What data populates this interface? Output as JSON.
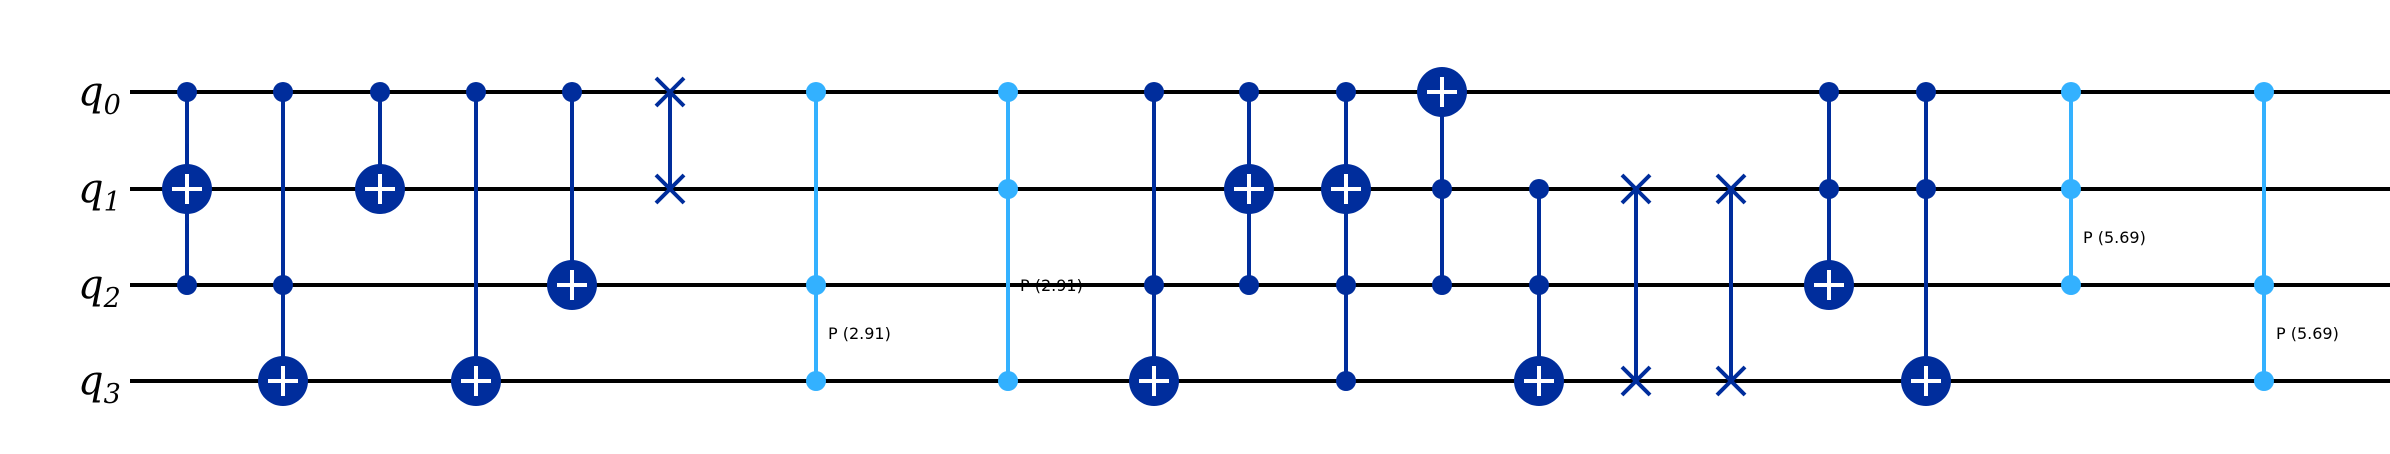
{
  "qubits": [
    {
      "letter": "q",
      "index": "0"
    },
    {
      "letter": "q",
      "index": "1"
    },
    {
      "letter": "q",
      "index": "2"
    },
    {
      "letter": "q",
      "index": "3"
    }
  ],
  "colors": {
    "wire": "#000000",
    "gate": "#002d9c",
    "phase": "#33b1ff",
    "plus": "#ffffff"
  },
  "gates": [
    {
      "type": "cx",
      "controls": [
        0,
        2
      ],
      "target": 1
    },
    {
      "type": "cx",
      "controls": [
        0,
        2
      ],
      "target": 3
    },
    {
      "type": "cx",
      "controls": [
        0
      ],
      "target": 1
    },
    {
      "type": "cx",
      "controls": [
        0
      ],
      "target": 3
    },
    {
      "type": "cx",
      "controls": [
        0
      ],
      "target": 2
    },
    {
      "type": "swap",
      "qubits": [
        0,
        1
      ]
    },
    {
      "type": "cp",
      "qubits": [
        0,
        2,
        3
      ],
      "label": "P (2.91)"
    },
    {
      "type": "cp",
      "qubits": [
        0,
        1,
        3
      ],
      "label": "P (2.91)"
    },
    {
      "type": "cx",
      "controls": [
        0,
        2
      ],
      "target": 3
    },
    {
      "type": "cx",
      "controls": [
        0,
        2
      ],
      "target": 1
    },
    {
      "type": "cx",
      "controls": [
        0,
        2,
        3
      ],
      "target": 1
    },
    {
      "type": "cx",
      "controls": [
        1,
        2
      ],
      "target": 0
    },
    {
      "type": "cx",
      "controls": [
        1,
        2
      ],
      "target": 3
    },
    {
      "type": "swap",
      "qubits": [
        1,
        3
      ]
    },
    {
      "type": "swap",
      "qubits": [
        1,
        3
      ]
    },
    {
      "type": "cx",
      "controls": [
        0,
        1
      ],
      "target": 2
    },
    {
      "type": "cx",
      "controls": [
        0,
        1
      ],
      "target": 3
    },
    {
      "type": "cp",
      "qubits": [
        0,
        1,
        2
      ],
      "label": "P (5.69)"
    },
    {
      "type": "cp",
      "qubits": [
        0,
        2,
        3
      ],
      "label": "P (5.69)"
    }
  ]
}
